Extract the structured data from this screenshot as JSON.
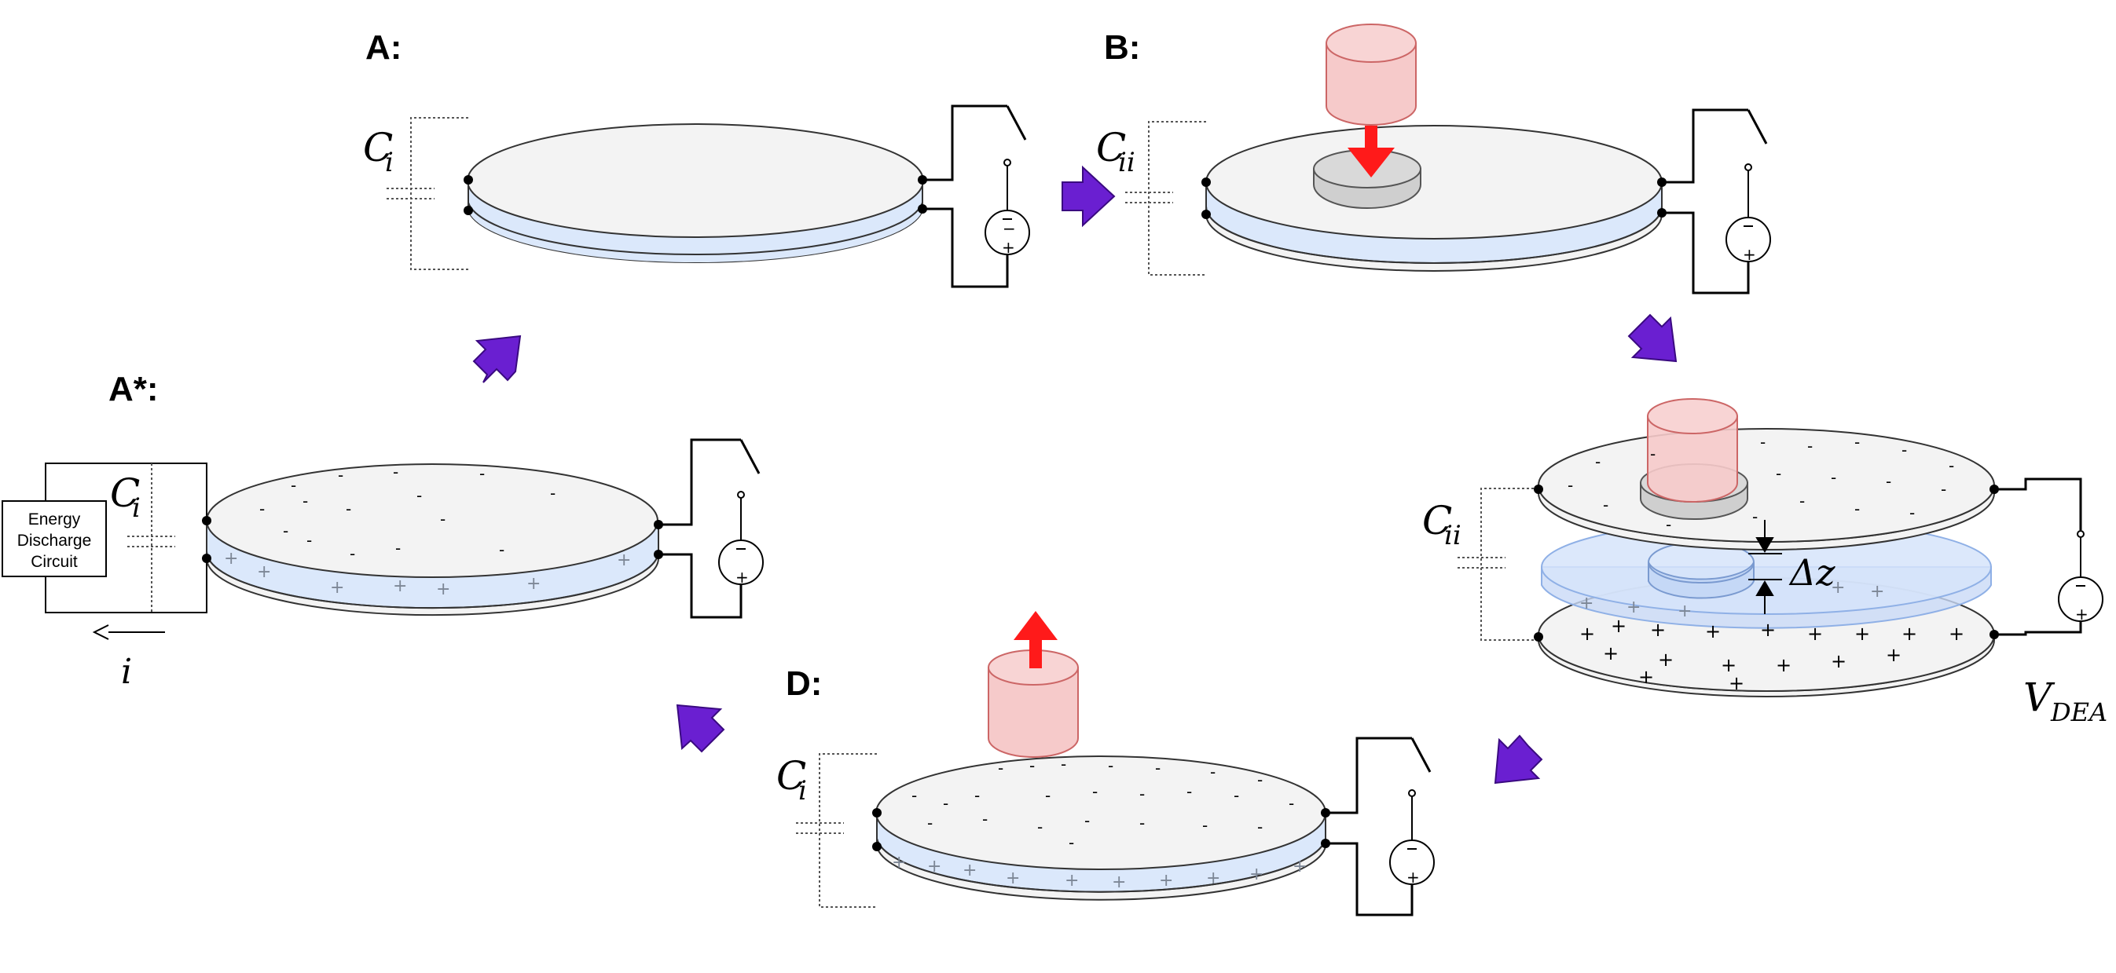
{
  "panels": {
    "A": {
      "label": "A:",
      "capacitor": "C",
      "capacitor_sub": "i"
    },
    "B": {
      "label": "B:",
      "capacitor": "C",
      "capacitor_sub": "ii"
    },
    "C": {
      "capacitor": "C",
      "capacitor_sub": "ii",
      "gap_label": "Δz",
      "voltage": "V",
      "voltage_sub": "DEA"
    },
    "D": {
      "label": "D:",
      "capacitor": "C",
      "capacitor_sub": "i"
    },
    "Astar": {
      "label": "A*:",
      "capacitor": "C",
      "capacitor_sub": "i",
      "circuit_line1": "Energy",
      "circuit_line2": "Discharge",
      "circuit_line3": "Circuit",
      "current": "i"
    }
  },
  "colors": {
    "arrow": "#6a1fd1",
    "force_arrow": "#ff1a1a",
    "plate_fill": "#f3f3f3",
    "elastomer_fill": "#dbe8fb",
    "cylinder_fill": "#f6caca",
    "line": "#000000"
  }
}
